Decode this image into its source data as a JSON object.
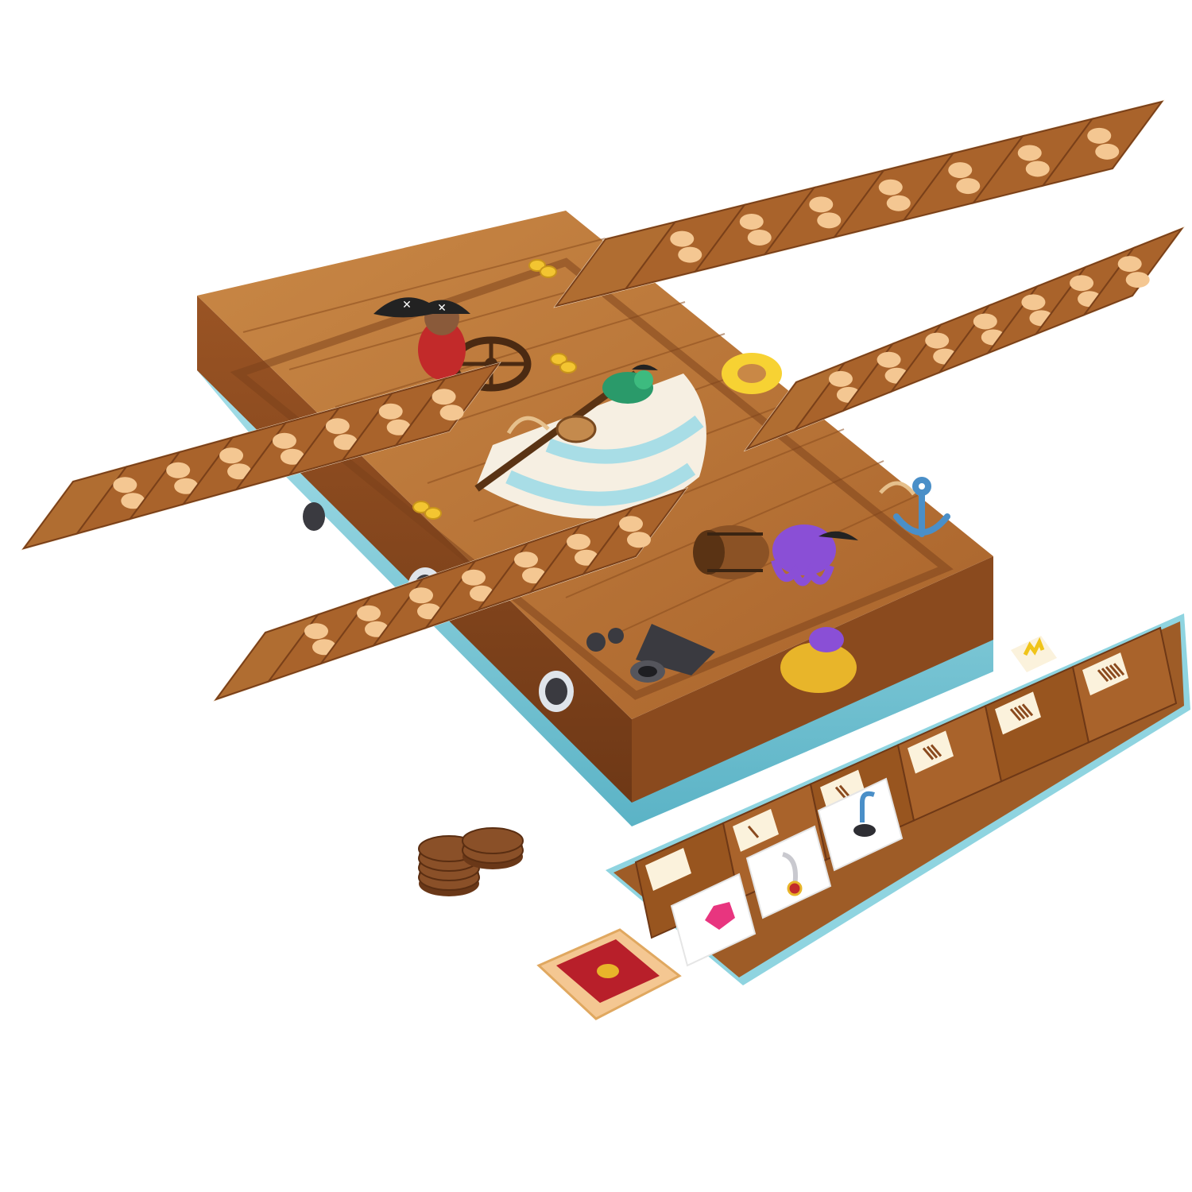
{
  "scene": {
    "type": "board-game-components",
    "theme": "pirate-ship"
  },
  "components": {
    "board": {
      "name": "ship-board",
      "deck_art": [
        "captain",
        "helm-wheel",
        "parrot",
        "sail",
        "life-ring",
        "barrel",
        "octopus",
        "cannon",
        "anchor",
        "gold-coins"
      ]
    },
    "track_strips": {
      "count": 4,
      "slots_per_strip": 8,
      "pips_per_slot": 2
    },
    "player_board": {
      "slot_count": 6,
      "cards": [
        {
          "name": "gem-card",
          "icon": "gem-icon"
        },
        {
          "name": "cutlass-card",
          "icon": "cutlass-icon"
        },
        {
          "name": "hook-card",
          "icon": "hook-icon"
        }
      ],
      "top_slot_icon": "crown-icon"
    },
    "coin_stacks": {
      "count": 2,
      "heights": [
        4,
        2
      ]
    },
    "treasure_tile": {
      "icon": "treasure-chest-icon"
    }
  },
  "colors": {
    "wood_light": "#c7813e",
    "wood_mid": "#a9632b",
    "wood_dark": "#7a4019",
    "pip": "#f4c792",
    "sea": "#8fd4e0",
    "sea_dark": "#5bb3c6",
    "sail_stripe": "#a8dde6",
    "gem": "#e8357f",
    "coin": "#8a5028",
    "treasure_red": "#b81f2a",
    "gold": "#e8b52a"
  }
}
